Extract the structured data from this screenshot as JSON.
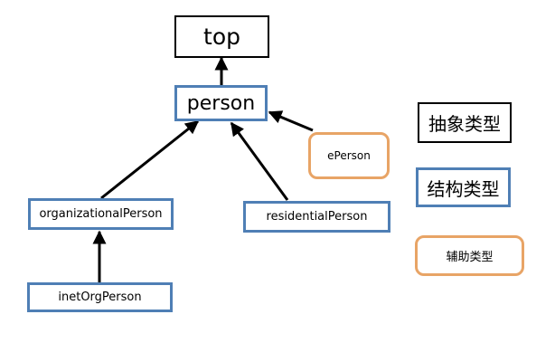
{
  "diagram": {
    "nodes": {
      "top": "top",
      "person": "person",
      "eperson": "ePerson",
      "organizational_person": "organizationalPerson",
      "residential_person": "residentialPerson",
      "inet_org_person": "inetOrgPerson"
    },
    "legend": {
      "abstract": "抽象类型",
      "structural": "结构类型",
      "auxiliary": "辅助类型"
    },
    "edges": [
      {
        "from": "person",
        "to": "top"
      },
      {
        "from": "eperson",
        "to": "person"
      },
      {
        "from": "organizational_person",
        "to": "person"
      },
      {
        "from": "residential_person",
        "to": "person"
      },
      {
        "from": "inet_org_person",
        "to": "organizational_person"
      }
    ],
    "colors": {
      "abstract_border": "#000000",
      "structural_border": "#4f7fb5",
      "auxiliary_border": "#e8a466",
      "arrow": "#000000"
    }
  }
}
